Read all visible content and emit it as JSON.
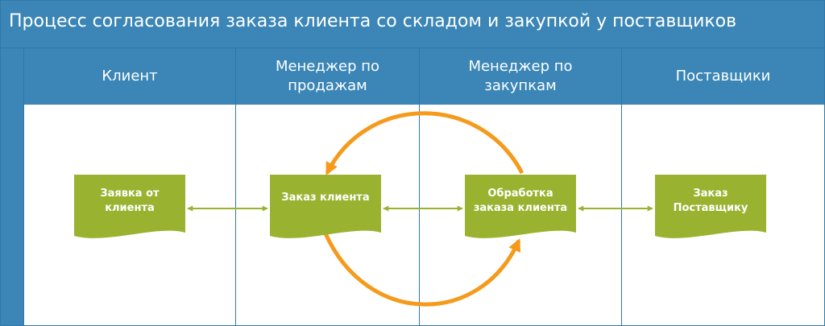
{
  "title": "Процесс согласования заказа клиента со складом и закупкой у поставщиков",
  "lanes": [
    {
      "name": "Клиент"
    },
    {
      "name": "Менеджер по\nпродажам"
    },
    {
      "name": "Менеджер по\nзакупкам"
    },
    {
      "name": "Поставщики"
    }
  ],
  "documents": [
    {
      "label": "Заявка от\nклиента",
      "lane": 0
    },
    {
      "label": "Заказ клиента",
      "lane": 1
    },
    {
      "label": "Обработка\nзаказа клиента",
      "lane": 2
    },
    {
      "label": "Заказ\nПоставщику",
      "lane": 3
    }
  ],
  "connectors": [
    {
      "from": 0,
      "to": 1,
      "type": "bidirectional"
    },
    {
      "from": 1,
      "to": 2,
      "type": "bidirectional"
    },
    {
      "from": 2,
      "to": 3,
      "type": "bidirectional"
    }
  ],
  "cycle": [
    {
      "from": 2,
      "to": 1,
      "route": "over"
    },
    {
      "from": 1,
      "to": 2,
      "route": "under"
    }
  ],
  "colors": {
    "header": "#3b86b6",
    "border": "#2f78a6",
    "document": "#99b330",
    "connector": "#99b330",
    "cycle": "#f59a1b",
    "text": "#ffffff"
  }
}
